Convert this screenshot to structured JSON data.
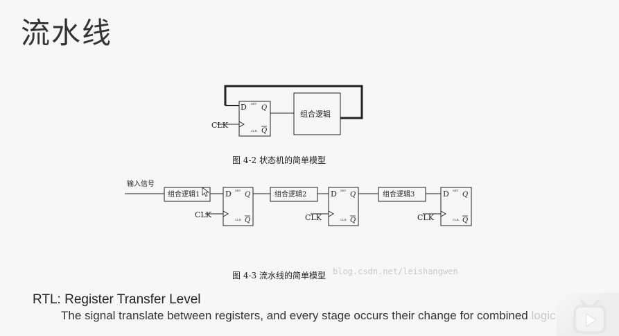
{
  "slide": {
    "title": "流水线"
  },
  "fig1": {
    "ff": {
      "d": "D",
      "set": "SET",
      "q": "Q",
      "clr": "CLR",
      "qbar": "Q"
    },
    "clk": "CLK",
    "logic": "组合逻辑",
    "caption": "图 4-2 状态机的简单模型"
  },
  "fig2": {
    "input_label": "输入信号",
    "logic": [
      "组合逻辑1",
      "组合逻辑2",
      "组合逻辑3"
    ],
    "ff": {
      "d": "D",
      "set": "SET",
      "q": "Q",
      "clr": "CLR",
      "qbar": "Q"
    },
    "clk": "CLK",
    "caption": "图 4-3 流水线的简单模型"
  },
  "watermark": "blog.csdn.net/leishangwen",
  "notes": {
    "rtl": "RTL: Register Transfer Level",
    "desc": "The signal translate between registers, and every stage occurs their change for combined",
    "desc_tail": "logic"
  },
  "icons": {
    "play": "play-icon"
  }
}
